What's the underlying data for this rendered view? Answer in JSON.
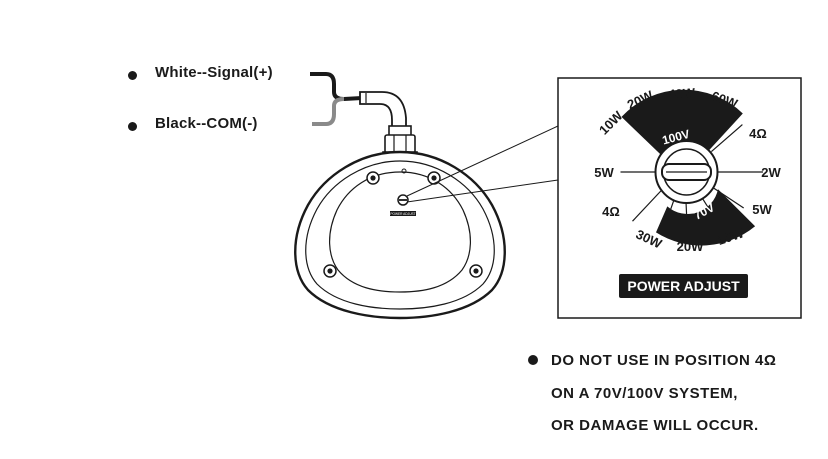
{
  "wires": {
    "white_label": "White--Signal(+)",
    "black_label": "Black--COM(-)"
  },
  "device": {
    "plate_text": "POWER ADJUST"
  },
  "dial": {
    "positions": [
      "10W",
      "20W",
      "40W",
      "60W",
      "4Ω",
      "2W",
      "5W",
      "10W",
      "20W",
      "30W",
      "4Ω",
      "5W"
    ],
    "band_labels": [
      "100V",
      "70V"
    ],
    "badge": "POWER ADJUST"
  },
  "warning": {
    "line1": "DO NOT USE IN POSITION 4Ω",
    "line2": "ON A 70V/100V SYSTEM,",
    "line3": "OR DAMAGE WILL OCCUR."
  },
  "colors": {
    "ink": "#1a1a1a",
    "grey_wire": "#8a8a8a",
    "white": "#ffffff"
  }
}
